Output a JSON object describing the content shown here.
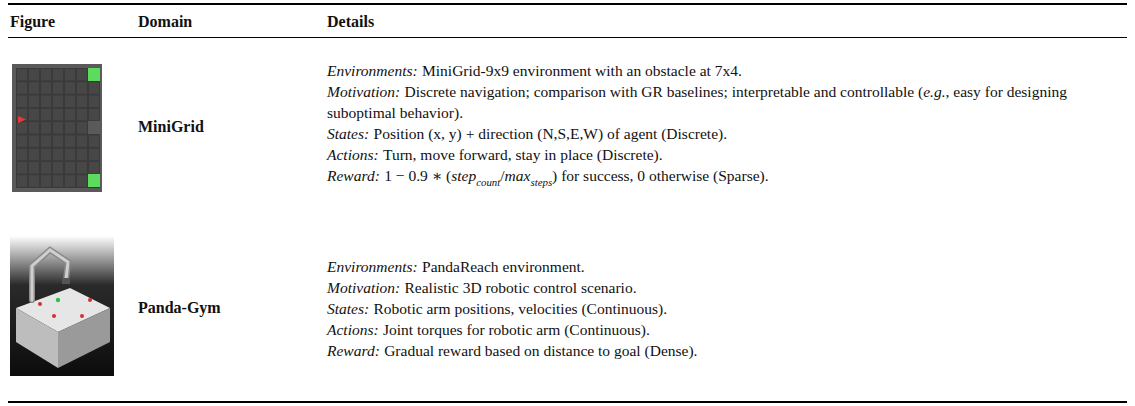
{
  "diagram": {
    "labels": [
      "Figure",
      "Domain",
      "Details",
      "MiniGrid",
      "Environments:",
      "MiniGrid-9x9 environment with an obstacle at 7x4.",
      "Motivation:",
      "Discrete navigation; comparison with GR baselines; interpretable and controllable (",
      "e.g.",
      ", easy for designing suboptimal behavior).",
      "States:",
      "Position (x, y) + direction (N,S,E,W) of agent (Discrete).",
      "Actions:",
      "Turn, move forward, stay in place (Discrete).",
      "Reward:",
      "1 − 0.9 ∗ (",
      "step",
      "count",
      "/",
      "max",
      "steps",
      ") for success, 0 otherwise (Sparse).",
      "Panda-Gym",
      "Environments:",
      "PandaReach environment.",
      "Motivation:",
      "Realistic 3D robotic control scenario.",
      "States:",
      "Robotic arm positions, velocities (Continuous).",
      "Actions:",
      "Joint torques for robotic arm (Continuous).",
      "Reward:",
      "Gradual reward based on distance to goal (Dense)."
    ]
  }
}
